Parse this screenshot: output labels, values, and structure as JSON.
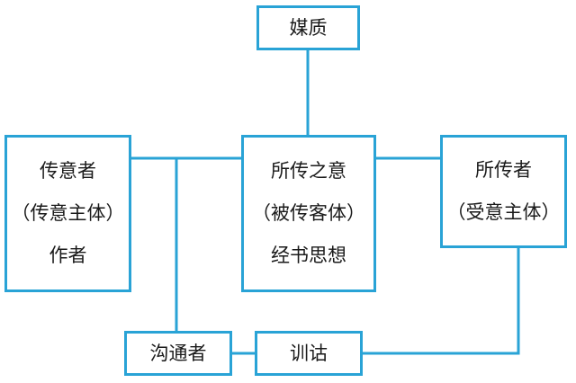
{
  "colors": {
    "border": "#29a3d6",
    "line": "#29a3d6",
    "text": "#1a1a1a",
    "background": "#ffffff"
  },
  "nodes": {
    "media": {
      "lines": [
        "媒质"
      ]
    },
    "sender": {
      "lines": [
        "传意者",
        "（传意主体）",
        "作者"
      ]
    },
    "message": {
      "lines": [
        "所传之意",
        "（被传客体）",
        "经书思想"
      ]
    },
    "receiver": {
      "lines": [
        "所传者",
        "（受意主体）"
      ]
    },
    "communicator": {
      "lines": [
        "沟通者"
      ]
    },
    "exegesis": {
      "lines": [
        "训诂"
      ]
    }
  }
}
